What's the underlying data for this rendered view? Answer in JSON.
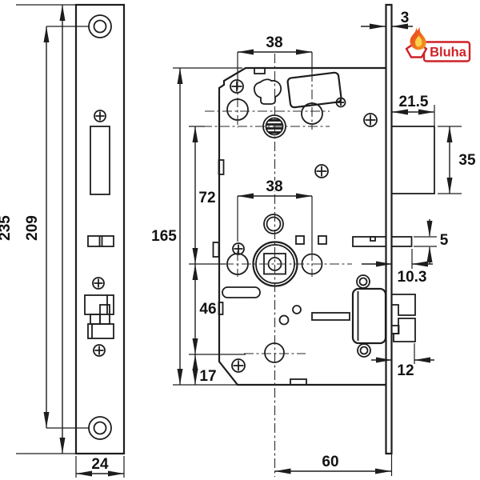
{
  "page": {
    "background": "#ffffff"
  },
  "logo": {
    "brand": "Bluha",
    "accent_color": "#cf2127",
    "flame_outer_color": "#e94e1d",
    "flame_inner_color": "#fcd04b",
    "icon": "flame-icon"
  },
  "line_color": "#1d1d1d",
  "dimensions": {
    "front_view": {
      "faceplate_height": "235",
      "screw_hole_spacing": "209",
      "faceplate_width": "24"
    },
    "body_view": {
      "upper_hole_spacing": "38",
      "hub_hole_spacing": "38",
      "body_height": "165",
      "cylinder_to_hub": "72",
      "hub_to_lower_hole": "46",
      "lower_hole_to_bottom": "17",
      "backset": "60"
    },
    "side_view": {
      "faceplate_thickness": "3",
      "case_depth": "21.5",
      "case_height": "35",
      "deadbolt_thickness": "5",
      "deadbolt_throw": "10.3",
      "latch_throw": "12"
    }
  }
}
